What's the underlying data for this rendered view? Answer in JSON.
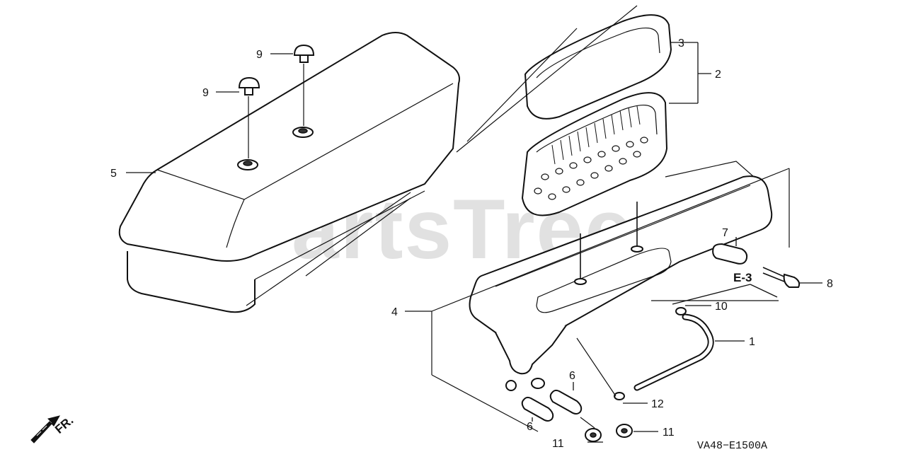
{
  "diagram": {
    "watermark": "PartsTree",
    "drawing_code": "VA48−E1500A",
    "section_ref": "E-3",
    "front_indicator": "FR.",
    "callouts": {
      "c1": "1",
      "c2": "2",
      "c3": "3",
      "c4": "4",
      "c5": "5",
      "c6a": "6",
      "c6b": "6",
      "c7": "7",
      "c8": "8",
      "c9a": "9",
      "c9b": "9",
      "c10": "10",
      "c11a": "11",
      "c11b": "11",
      "c12": "12"
    }
  }
}
